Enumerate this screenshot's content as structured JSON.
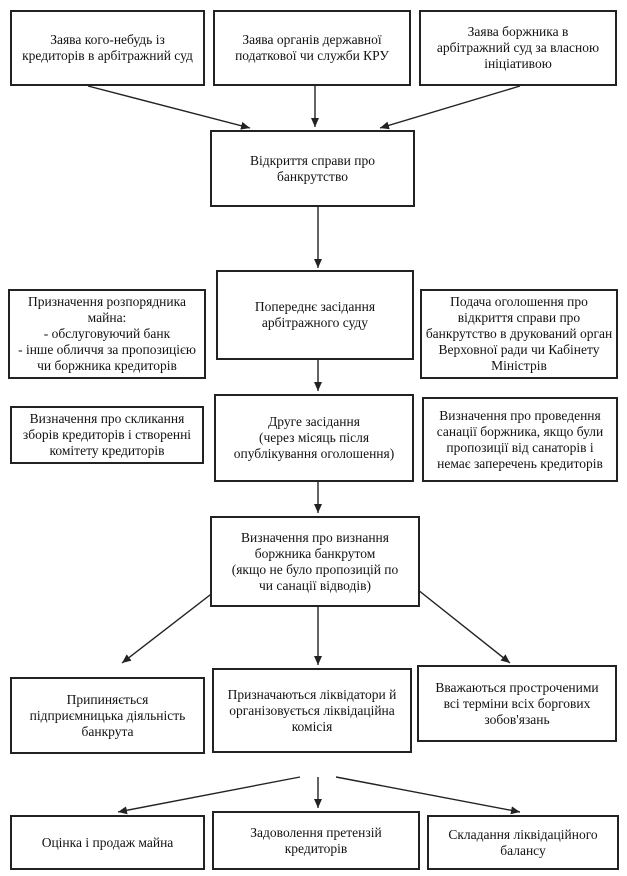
{
  "nodes": {
    "creditor_claim": [
      "Заява кого-небудь із",
      "кредиторів в арбітражний суд"
    ],
    "tax_claim": [
      "Заява органів державної",
      "податкової чи служби КРУ"
    ],
    "debtor_claim": [
      "Заява боржника в",
      "арбітражний суд за власною",
      "ініціативою"
    ],
    "case_opening": [
      "Відкриття справи про",
      "банкрутство"
    ],
    "manager_appointment": [
      "Призначення розпорядника",
      "майна:",
      "- обслуговуючий банк",
      "- інше обличчя за пропозицією",
      "чи боржника кредиторів"
    ],
    "preliminary_hearing": [
      "Попереднє засідання",
      "арбітражного суду"
    ],
    "announcement": [
      "Подача оголошення про",
      "відкриття справи про",
      "банкрутство в друкований орган",
      "Верховної ради чи Кабінету",
      "Міністрів"
    ],
    "creditors_meeting": [
      "Визначення про скликання",
      "зборів кредиторів і створенні",
      "комітету кредиторів"
    ],
    "second_hearing": [
      "Друге засідання",
      "(через місяць після",
      "опублікування оголошення)"
    ],
    "sanation": [
      "Визначення про проведення",
      "санації боржника, якщо були",
      "пропозиції від санаторів і",
      "немає заперечень кредиторів"
    ],
    "bankruptcy_ruling": [
      "Визначення про визнання",
      "боржника банкрутом",
      "(якщо не було пропозицій по",
      "чи санації відводів)"
    ],
    "business_termination": [
      "Припиняється",
      "підприємницька діяльність",
      "банкрута"
    ],
    "liquidators": [
      "Призначаються ліквідатори й",
      "організовується ліквідаційна",
      "комісія"
    ],
    "debts_overdue": [
      "Вважаються простроченими",
      "всі терміни всіх боргових",
      "зобов'язань"
    ],
    "property_sale": [
      "Оцінка і продаж майна"
    ],
    "creditor_claims_satisfaction": [
      "Задоволення претензій",
      "кредиторів"
    ],
    "liquidation_balance": [
      "Складання ліквідаційного",
      "балансу"
    ]
  }
}
